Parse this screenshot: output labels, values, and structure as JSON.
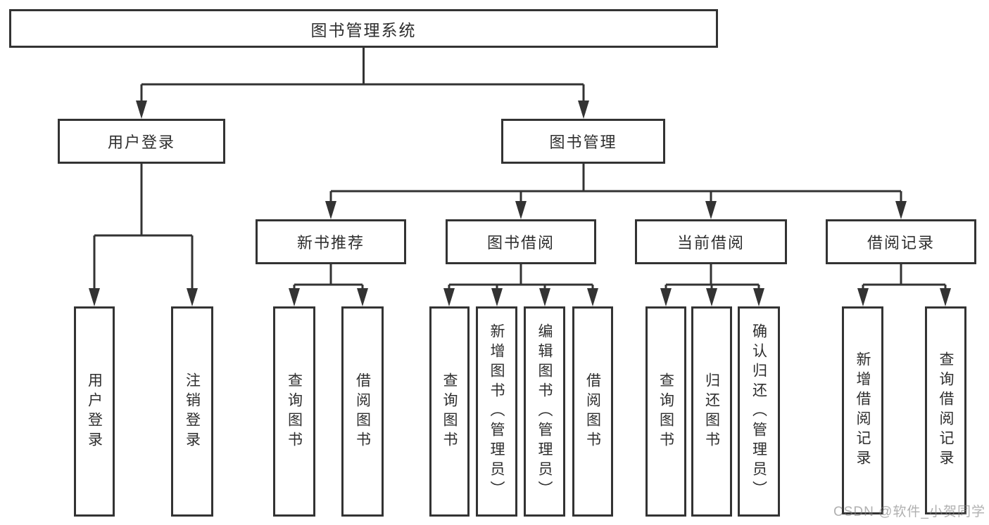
{
  "page": {
    "background": "#ffffff"
  },
  "colors": {
    "line": "#333333",
    "box_border": "#333333",
    "text": "#2e2e2e",
    "watermark": "#808080"
  },
  "watermark": {
    "text": "CSDN @软件_小贺同学"
  },
  "nodes": {
    "root": "图书管理系统",
    "user_login": "用户登录",
    "book_mgmt": "图书管理",
    "new_book_rec": "新书推荐",
    "book_borrowing": "图书借阅",
    "current_borrowing": "当前借阅",
    "borrowing_records": "借阅记录",
    "ul_user_login": "用户登录",
    "ul_logout": "注销登录",
    "nb_query_books": "查询图书",
    "nb_borrow_books": "借阅图书",
    "bb_query_books": "查询图书",
    "bb_add_books": "新增图书（管理员）",
    "bb_edit_books": "编辑图书（管理员）",
    "bb_borrow_books": "借阅图书",
    "cb_query_books": "查询图书",
    "cb_return_books": "归还图书",
    "cb_confirm_return": "确认归还（管理员）",
    "br_add_record": "新增借阅记录",
    "br_query_record": "查询借阅记录"
  },
  "hierarchy": {
    "图书管理系统": [
      "用户登录",
      "图书管理"
    ],
    "用户登录": [
      "用户登录",
      "注销登录"
    ],
    "图书管理": [
      "新书推荐",
      "图书借阅",
      "当前借阅",
      "借阅记录"
    ],
    "新书推荐": [
      "查询图书",
      "借阅图书"
    ],
    "图书借阅": [
      "查询图书",
      "新增图书（管理员）",
      "编辑图书（管理员）",
      "借阅图书"
    ],
    "当前借阅": [
      "查询图书",
      "归还图书",
      "确认归还（管理员）"
    ],
    "借阅记录": [
      "新增借阅记录",
      "查询借阅记录"
    ]
  }
}
